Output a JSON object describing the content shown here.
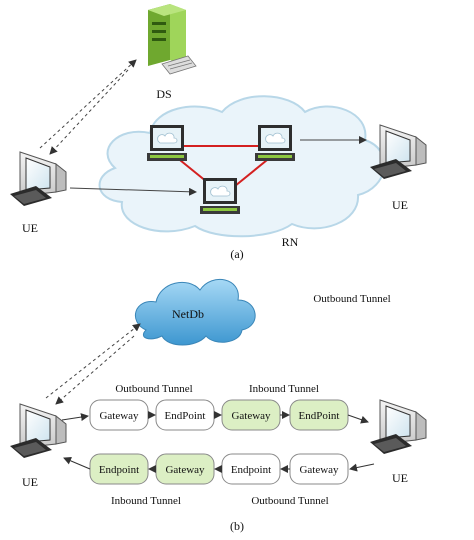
{
  "part_a": {
    "caption": "(a)",
    "ds_label": "DS",
    "ue_left_label": "UE",
    "ue_right_label": "UE",
    "rn_label": "RN"
  },
  "part_b": {
    "caption": "(b)",
    "netdb_label": "NetDb",
    "outbound_tunnel_top_right": "Outbound Tunnel",
    "outbound_tunnel_label_1": "Outbound Tunnel",
    "inbound_tunnel_label_1": "Inbound Tunnel",
    "inbound_tunnel_label_2": "Inbound Tunnel",
    "outbound_tunnel_label_2": "Outbound Tunnel",
    "ue_left_label": "UE",
    "ue_right_label": "UE",
    "top_row": [
      "Gateway",
      "EndPoint",
      "Gateway",
      "EndPoint"
    ],
    "bottom_row": [
      "Endpoint",
      "Gateway",
      "Endpoint",
      "Gateway"
    ]
  },
  "colors": {
    "white_node": "#ffffff",
    "green_node": "#dcefc4",
    "node_border": "#8a8a8a",
    "cloud_fill": "#eaf4fa",
    "cloud_border": "#b8d7e8",
    "red_link": "#d42020",
    "server_green": "#8cc63f",
    "netdb_blue": "#5aaedf"
  }
}
